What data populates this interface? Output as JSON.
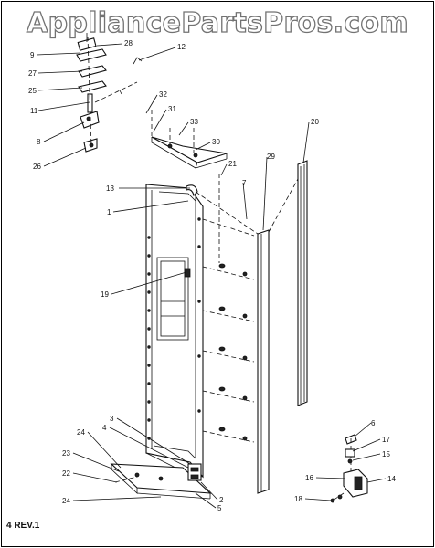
{
  "watermark": "AppliancePartsPros.com",
  "footer": "4 REV.1",
  "callouts": [
    "9",
    "28",
    "12",
    "27",
    "25",
    "11",
    "8",
    "26",
    "32",
    "31",
    "33",
    "30",
    "20",
    "13",
    "1",
    "21",
    "29",
    "7",
    "19",
    "3",
    "4",
    "24",
    "23",
    "22",
    "24",
    "2",
    "5",
    "6",
    "17",
    "15",
    "16",
    "14",
    "18"
  ]
}
